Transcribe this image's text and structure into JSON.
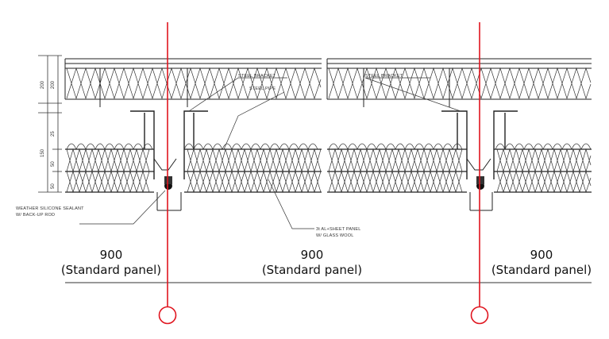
{
  "colors": {
    "line": "#222222",
    "insulation": "#333333",
    "centerline": "#e0141e",
    "sealant": "#111111"
  },
  "dimensions": {
    "top_layer": "200",
    "top_layer_inner": "200",
    "wall_total": "150",
    "wall_1": "25",
    "wall_2": "50",
    "wall_3": "50"
  },
  "labels": {
    "bracket_left": "STEEL BRACKET",
    "bracket_left_2": "STEEL PIPE",
    "bracket_right": "STEEL BRACKET",
    "sealant_1": "WEATHER SILICONE SEALANT",
    "sealant_2": "W/ BACK-UP ROD",
    "panel_1": "3t AL+SHEET PANEL",
    "panel_2": "W/ GLASS WOOL"
  },
  "panels": [
    {
      "width": "900",
      "name": "(Standard panel)"
    },
    {
      "width": "900",
      "name": "(Standard panel)"
    },
    {
      "width": "900",
      "name": "(Standard panel)"
    }
  ]
}
